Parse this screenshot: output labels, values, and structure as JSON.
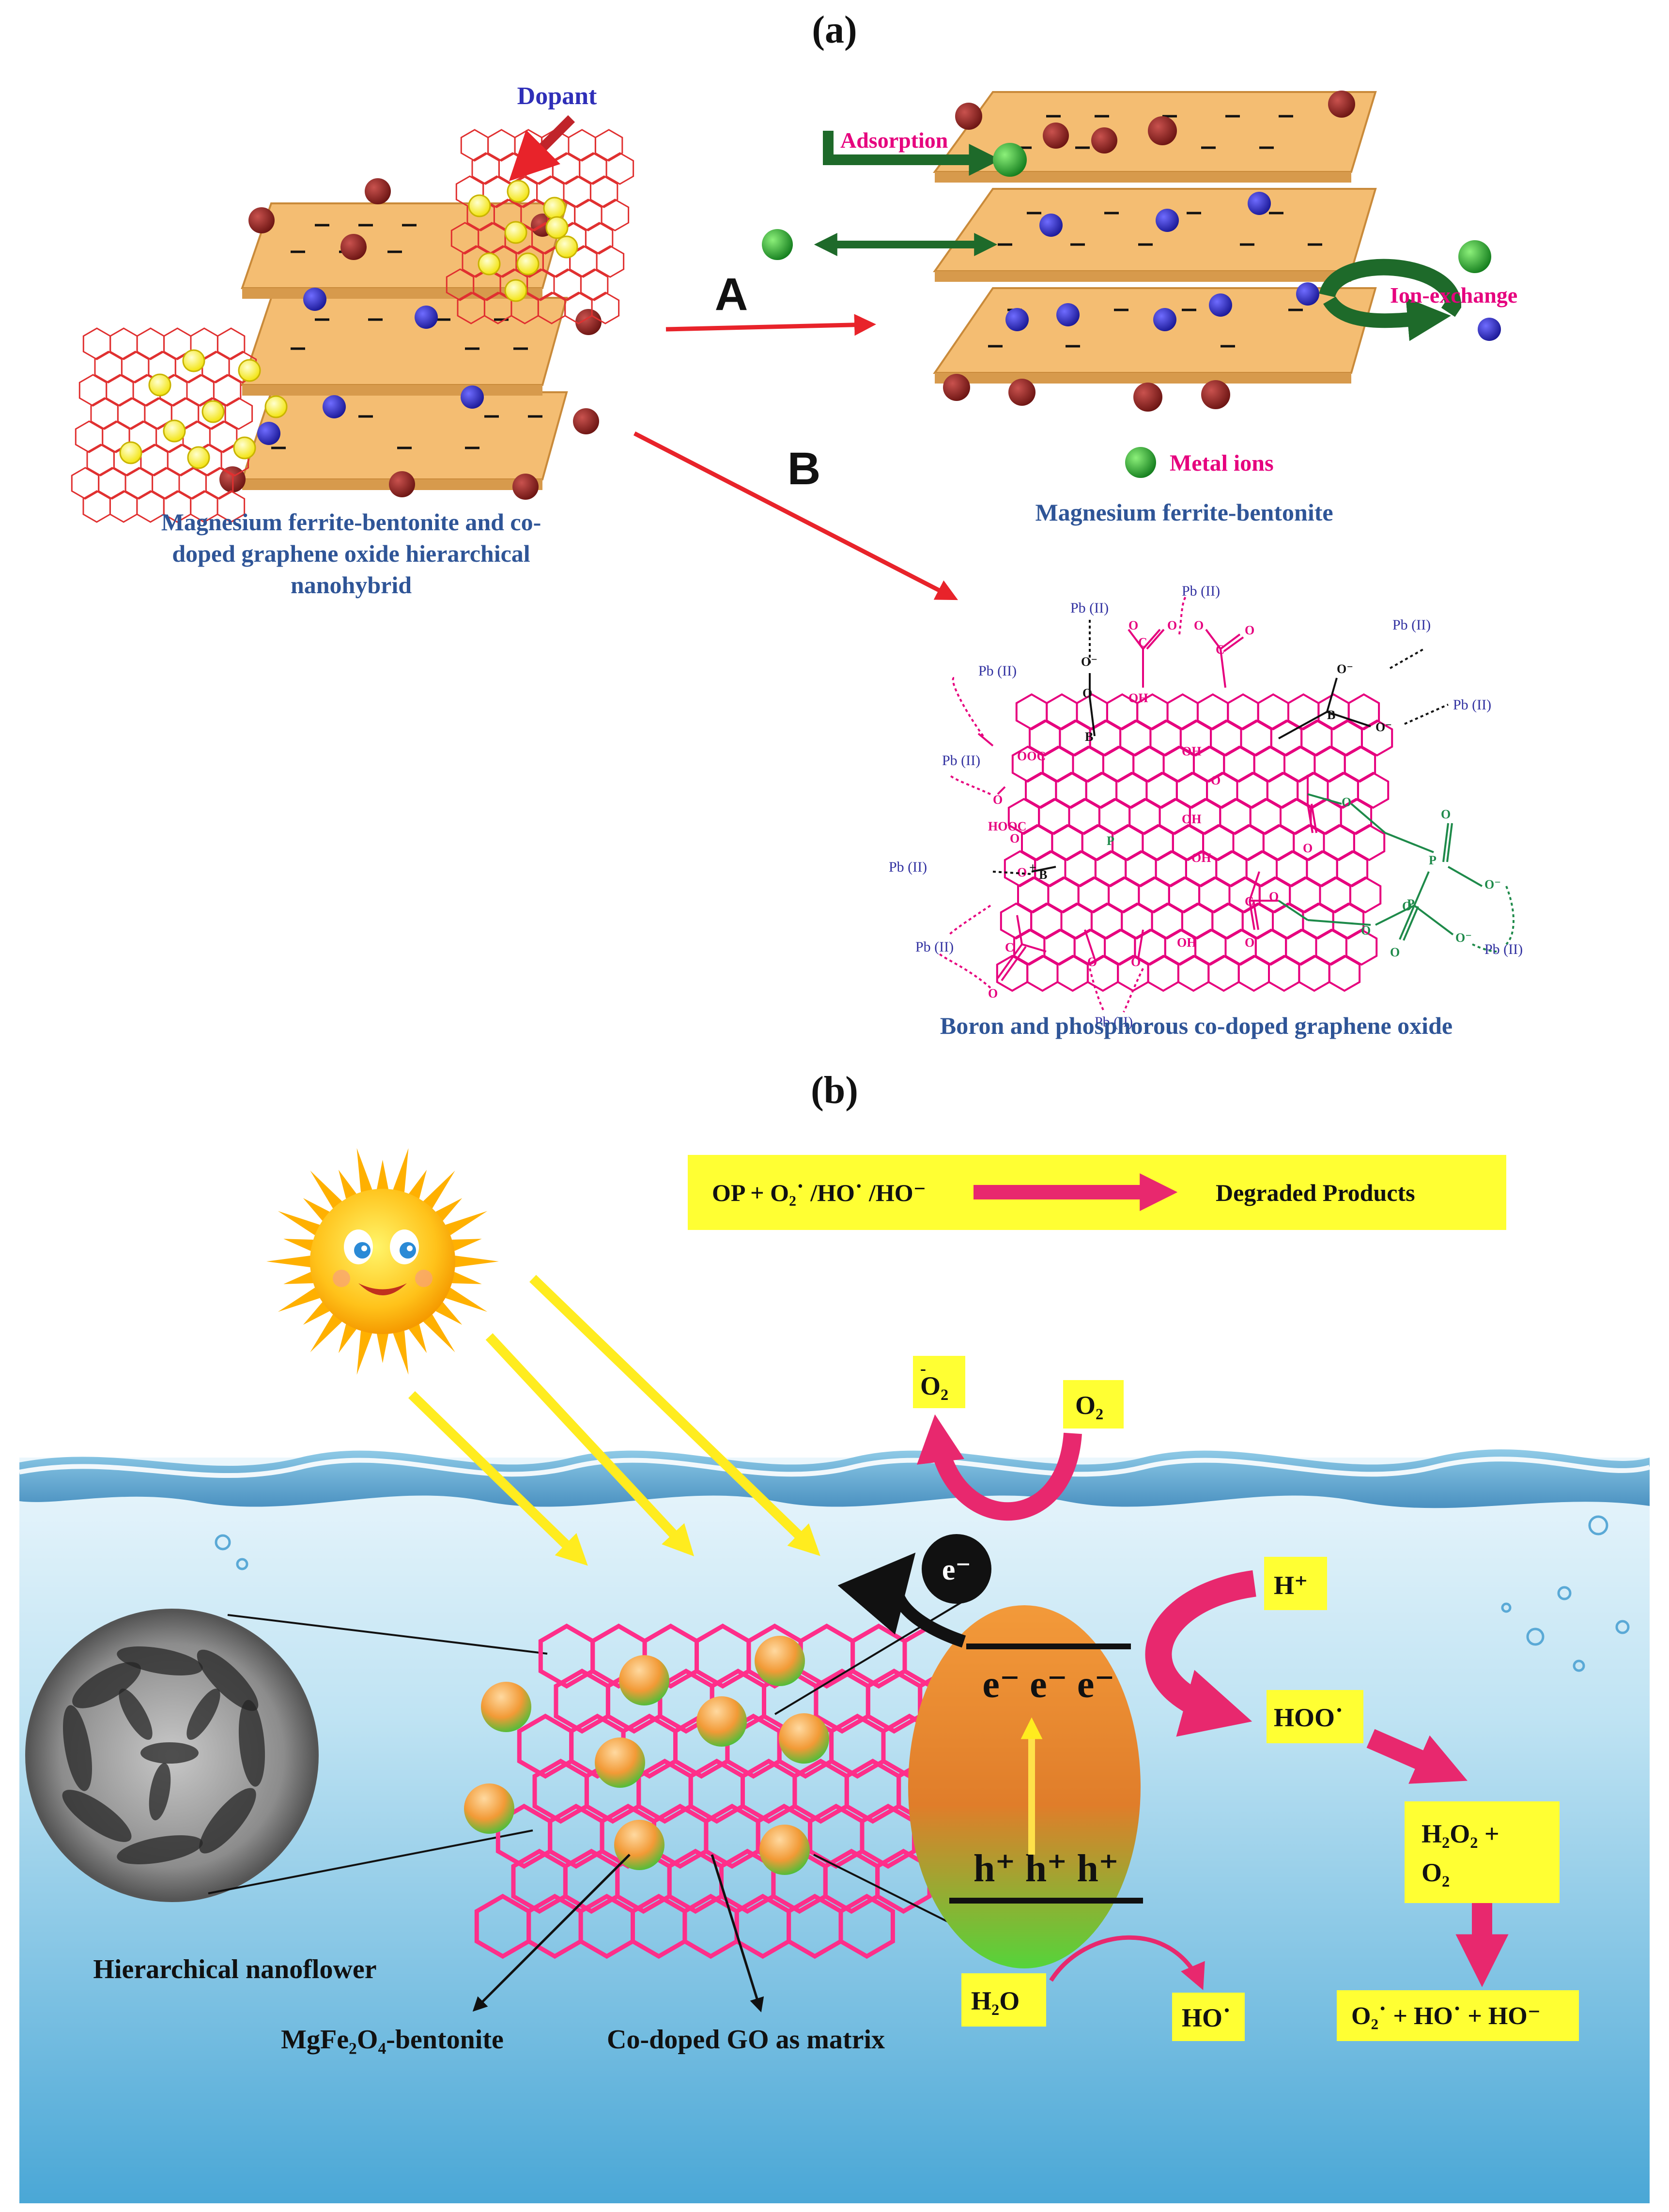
{
  "panel_a": {
    "label": "(a)",
    "dopant_label": "Dopant",
    "arrow_a_label": "A",
    "arrow_b_label": "B",
    "adsorption_label": "Adsorption",
    "ion_exchange_label": "Ion-exchange",
    "metal_ions_label": "Metal ions",
    "left_caption": [
      "Magnesium ferrite-bentonite and co-",
      "doped graphene oxide hierarchical",
      "nanohybrid"
    ],
    "right_caption": "Magnesium ferrite-bentonite",
    "structure_caption": "Boron and phosphorous co-doped graphene oxide",
    "pb_label": "Pb (II)"
  },
  "panel_b": {
    "label": "(b)",
    "reaction": {
      "left": "OP + O₂˙ /HO˙ /HO⁻",
      "right": "Degraded Products"
    },
    "o2_radical": "O₂",
    "o2": "O₂",
    "electron": "e⁻",
    "electrons": "e⁻ e⁻ e⁻",
    "holes": "h⁺ h⁺ h⁺",
    "h_plus": "H⁺",
    "hoo": "HOO˙",
    "h2o2_line1": "H₂O₂ +",
    "h2o2_line2": "O₂",
    "final_products": "O₂˙ + HO˙ + HO⁻",
    "h2o": "H₂O",
    "ho": "HO˙",
    "nanoflower_caption": "Hierarchical nanoflower",
    "mgfe_caption": "MgFe₂O₄-bentonite",
    "go_caption": "Co-doped GO as matrix"
  },
  "colors": {
    "caption_blue": "#2f5597",
    "magenta": "#e6007e",
    "arrow_red": "#e8232a",
    "green": "#1e7d2c",
    "pb_blue": "#3030a0",
    "yellow_box": "#ffff33",
    "sheet": "#f5c07a"
  }
}
